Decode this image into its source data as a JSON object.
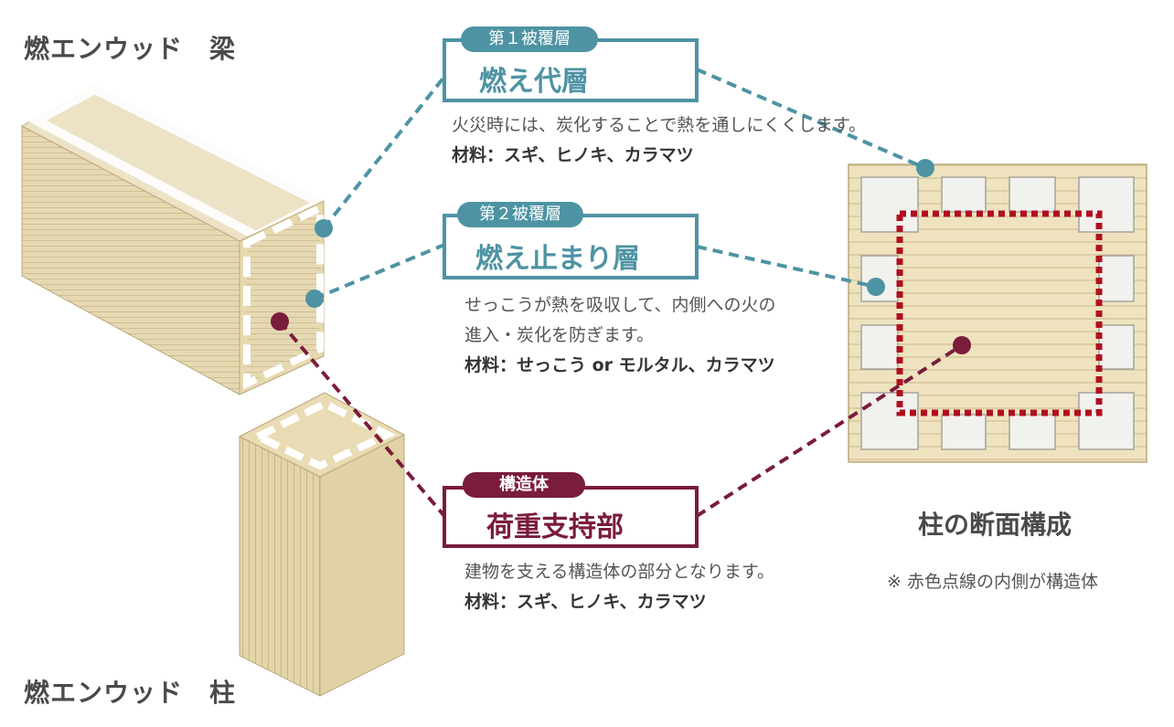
{
  "titles": {
    "beam": "燃エンウッド　梁",
    "column": "燃エンウッド　柱"
  },
  "layers": {
    "first": {
      "pill": "第１被覆層",
      "name": "燃え代層",
      "desc": [
        "火災時には、炭化することで熱を通しにくくします。"
      ],
      "material": "材料：スギ、ヒノキ、カラマツ"
    },
    "second": {
      "pill": "第２被覆層",
      "name": "燃え止まり層",
      "desc": [
        "せっこうが熱を吸収して、内側への火の",
        "進入・炭化を防ぎます。"
      ],
      "material": "材料：せっこう or モルタル、カラマツ"
    },
    "core": {
      "pill": "構造体",
      "name": "荷重支持部",
      "desc": [
        "建物を支える構造体の部分となります。"
      ],
      "material": "材料：スギ、ヒノキ、カラマツ"
    }
  },
  "section": {
    "title": "柱の断面構成",
    "note": "※ 赤色点線の内側が構造体"
  },
  "colors": {
    "teal": "#4d93a3",
    "maroon": "#7a1c3b",
    "wood": "#e6d9b2",
    "redline": "#b10f1f"
  }
}
